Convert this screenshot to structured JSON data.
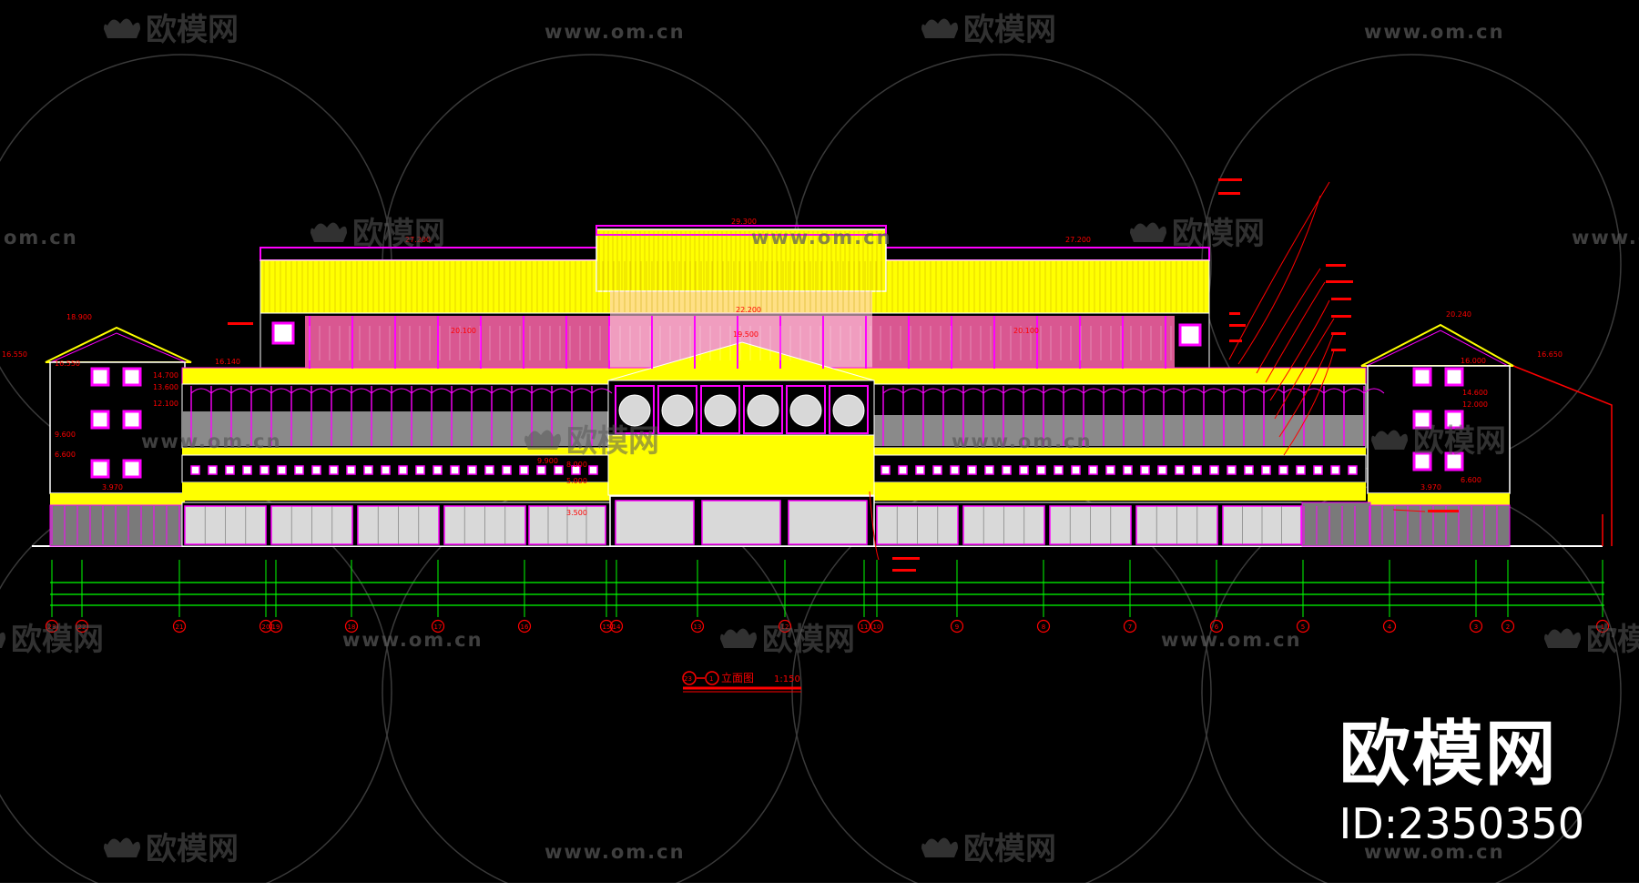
{
  "drawing": {
    "title": "立面图",
    "scale": "1:150",
    "axis_start": "23",
    "axis_end": "1"
  },
  "elevation_labels": {
    "ridge_center": "29.300",
    "ridge_left": "27.200",
    "ridge_right": "27.200",
    "hall": "22.200",
    "eave_center": "20.100",
    "eave_center2": "20.100",
    "left_top": "18.900",
    "left_eave": "16.140",
    "left_eave2": "16.550",
    "right_top": "20.240",
    "right_eave": "16.650",
    "floor_l1": "14.700",
    "floor_l2": "13.600",
    "floor_l3": "12.100",
    "floor_l4": "9.600",
    "floor_l5": "6.600",
    "floor_l6": "3.970",
    "floor_r1": "16.000",
    "floor_r2": "14.600",
    "floor_r3": "12.000",
    "floor_r4": "6.600",
    "floor_r5": "3.970",
    "mid_1": "19.500",
    "mid_2": "9.900",
    "mid_3": "8.000",
    "mid_4": "5.000",
    "mid_5": "3.500"
  },
  "axis_labels": [
    "23",
    "22",
    "21",
    "20",
    "19",
    "18",
    "17",
    "16",
    "15",
    "14",
    "13",
    "12",
    "11",
    "10",
    "9",
    "8",
    "7",
    "6",
    "5",
    "4",
    "3",
    "2",
    "1"
  ],
  "watermark": {
    "logo_text": "欧模网",
    "url_text": "www.om.cn",
    "url_short": "om.cn"
  },
  "brand": {
    "name": "欧模网",
    "id": "ID:2350350"
  },
  "colors": {
    "background": "#000000",
    "roof": "#ffff00",
    "window_frame": "#ff00ff",
    "annotation": "#ff0000",
    "grid": "#00ff00",
    "wall": "#ffffff"
  }
}
